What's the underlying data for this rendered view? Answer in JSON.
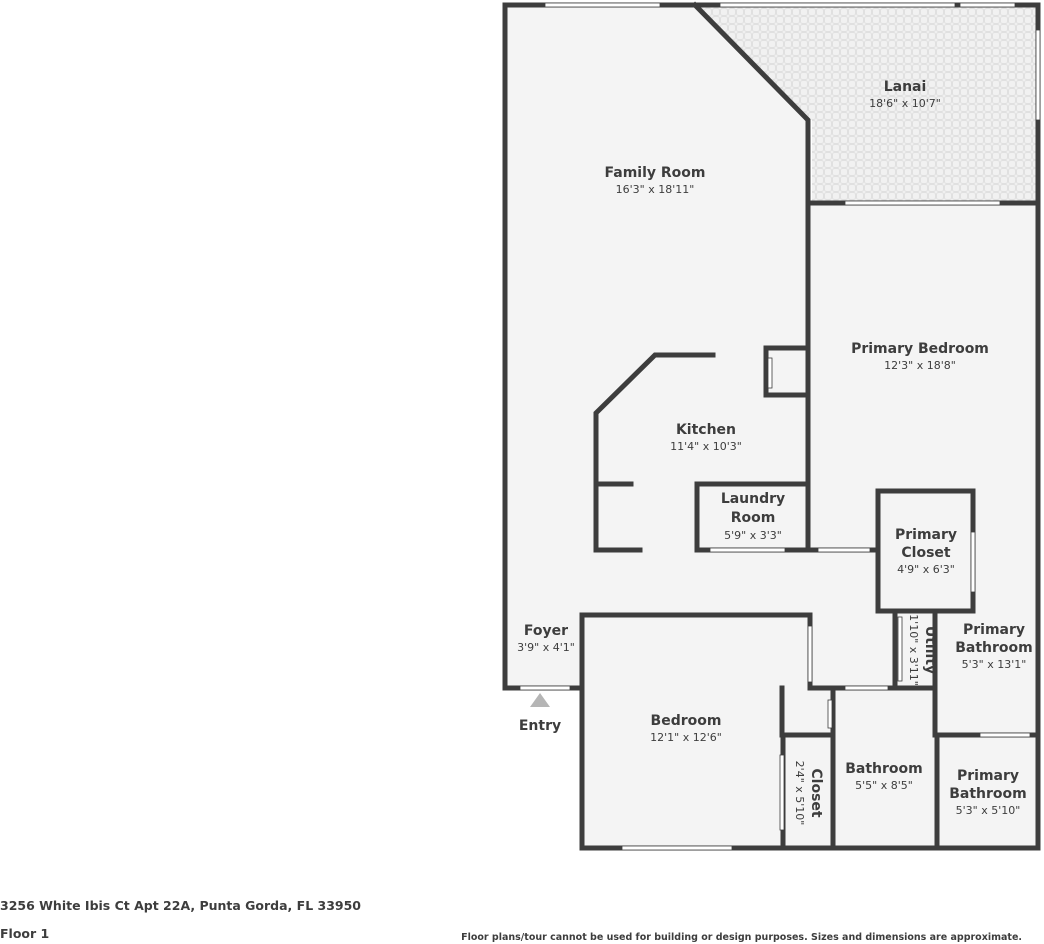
{
  "rooms": {
    "lanai": {
      "name": "Lanai",
      "dim": "18'6\" x 10'7\""
    },
    "family_room": {
      "name": "Family Room",
      "dim": "16'3\" x 18'11\""
    },
    "primary_bedroom": {
      "name": "Primary Bedroom",
      "dim": "12'3\" x 18'8\""
    },
    "kitchen": {
      "name": "Kitchen",
      "dim": "11'4\" x 10'3\""
    },
    "laundry": {
      "name_line1": "Laundry",
      "name_line2": "Room",
      "dim": "5'9\" x 3'3\""
    },
    "primary_closet": {
      "name_line1": "Primary",
      "name_line2": "Closet",
      "dim": "4'9\" x 6'3\""
    },
    "foyer": {
      "name": "Foyer",
      "dim": "3'9\" x 4'1\""
    },
    "utility": {
      "name": "Utility",
      "dim": "1'10\" x 3'11\""
    },
    "primary_bathroom_1": {
      "name_line1": "Primary",
      "name_line2": "Bathroom",
      "dim": "5'3\" x 13'1\""
    },
    "bedroom": {
      "name": "Bedroom",
      "dim": "12'1\" x 12'6\""
    },
    "closet": {
      "name": "Closet",
      "dim": "2'4\" x 5'10\""
    },
    "bathroom": {
      "name": "Bathroom",
      "dim": "5'5\" x 8'5\""
    },
    "primary_bathroom_2": {
      "name_line1": "Primary",
      "name_line2": "Bathroom",
      "dim": "5'3\" x 5'10\""
    }
  },
  "entry_label": "Entry",
  "footer": {
    "address": "3256 White Ibis Ct Apt 22A, Punta Gorda, FL 33950",
    "floor": "Floor 1",
    "disclaimer": "Floor plans/tour cannot be used for building or design purposes. Sizes and dimensions are approximate."
  },
  "colors": {
    "wall": "#3d3d3d",
    "floor": "#f4f4f4",
    "lanai_floor": "#f1f1f1",
    "window": "#ffffff",
    "entry_marker": "#b5b5b5"
  }
}
